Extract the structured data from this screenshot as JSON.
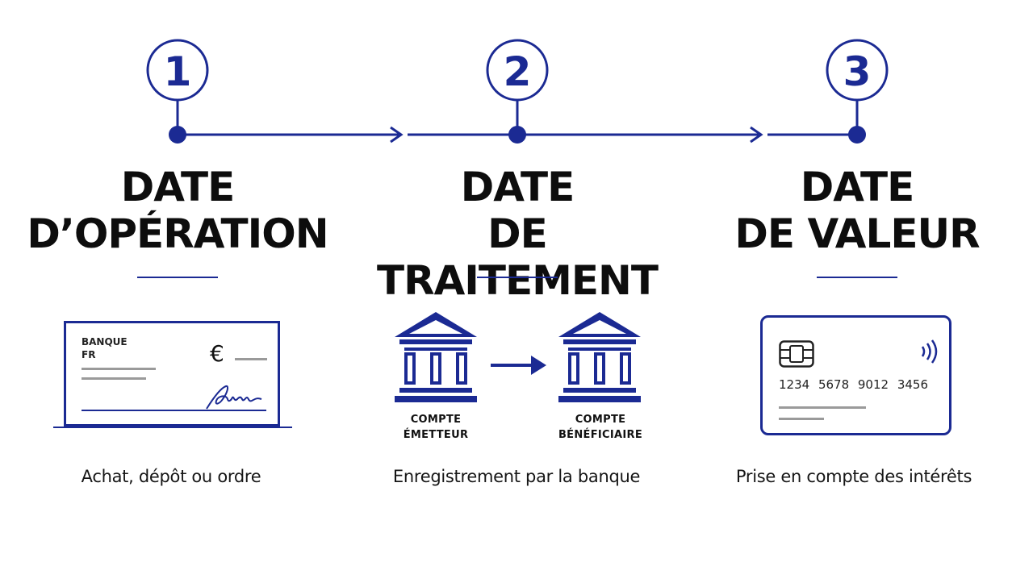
{
  "colors": {
    "accent": "#1b2a93",
    "text": "#111111",
    "gray": "#9a9a9a"
  },
  "steps": [
    {
      "number": "1",
      "title_line1": "DATE",
      "title_line2": "D’OPÉRATION",
      "caption": "Achat, dépôt ou ordre",
      "illustration": "cheque-icon"
    },
    {
      "number": "2",
      "title_line1": "DATE",
      "title_line2": "DE TRAITEMENT",
      "caption": "Enregistrement par la banque",
      "illustration": "bank-transfer-icon"
    },
    {
      "number": "3",
      "title_line1": "DATE",
      "title_line2": "DE VALEUR",
      "caption": "Prise en compte des intérêts",
      "illustration": "bank-card-icon"
    }
  ],
  "cheque": {
    "bank_line1": "BANQUE",
    "bank_line2": "FR",
    "currency": "€"
  },
  "transfer": {
    "from_line1": "COMPTE",
    "from_line2": "ÉMETTEUR",
    "to_line1": "COMPTE",
    "to_line2": "BÉNÉFICIAIRE"
  },
  "card": {
    "number": "1234 5678 9012 3456"
  }
}
